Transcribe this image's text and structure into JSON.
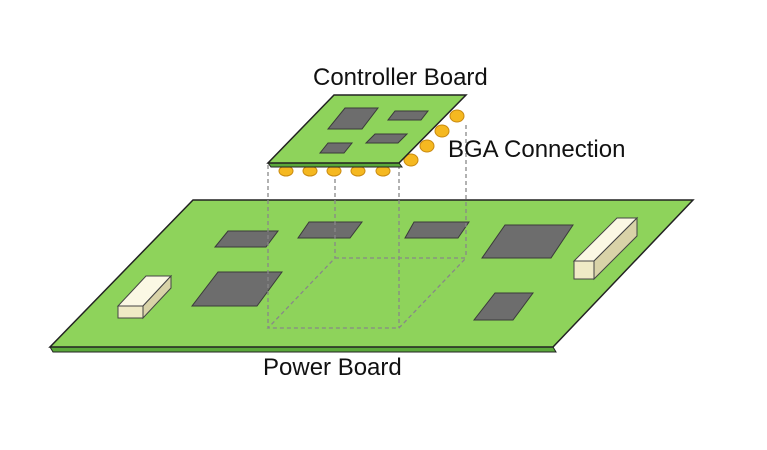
{
  "labels": {
    "controller_board": "Controller Board",
    "bga_connection": "BGA Connection",
    "power_board": "Power Board"
  },
  "colors": {
    "board_fill": "#8ed35b",
    "board_edge": "#5aa83a",
    "board_outline": "#222222",
    "chip_fill": "#6d6d6d",
    "chip_outline": "#3a3a3a",
    "connector_fill": "#f3f0d2",
    "ball_fill": "#f5b820",
    "ball_outline": "#c98a10",
    "guide_line": "#888888"
  },
  "icons": [
    "pcb-board",
    "ic-chip",
    "bga-solder-ball",
    "connector-block"
  ]
}
